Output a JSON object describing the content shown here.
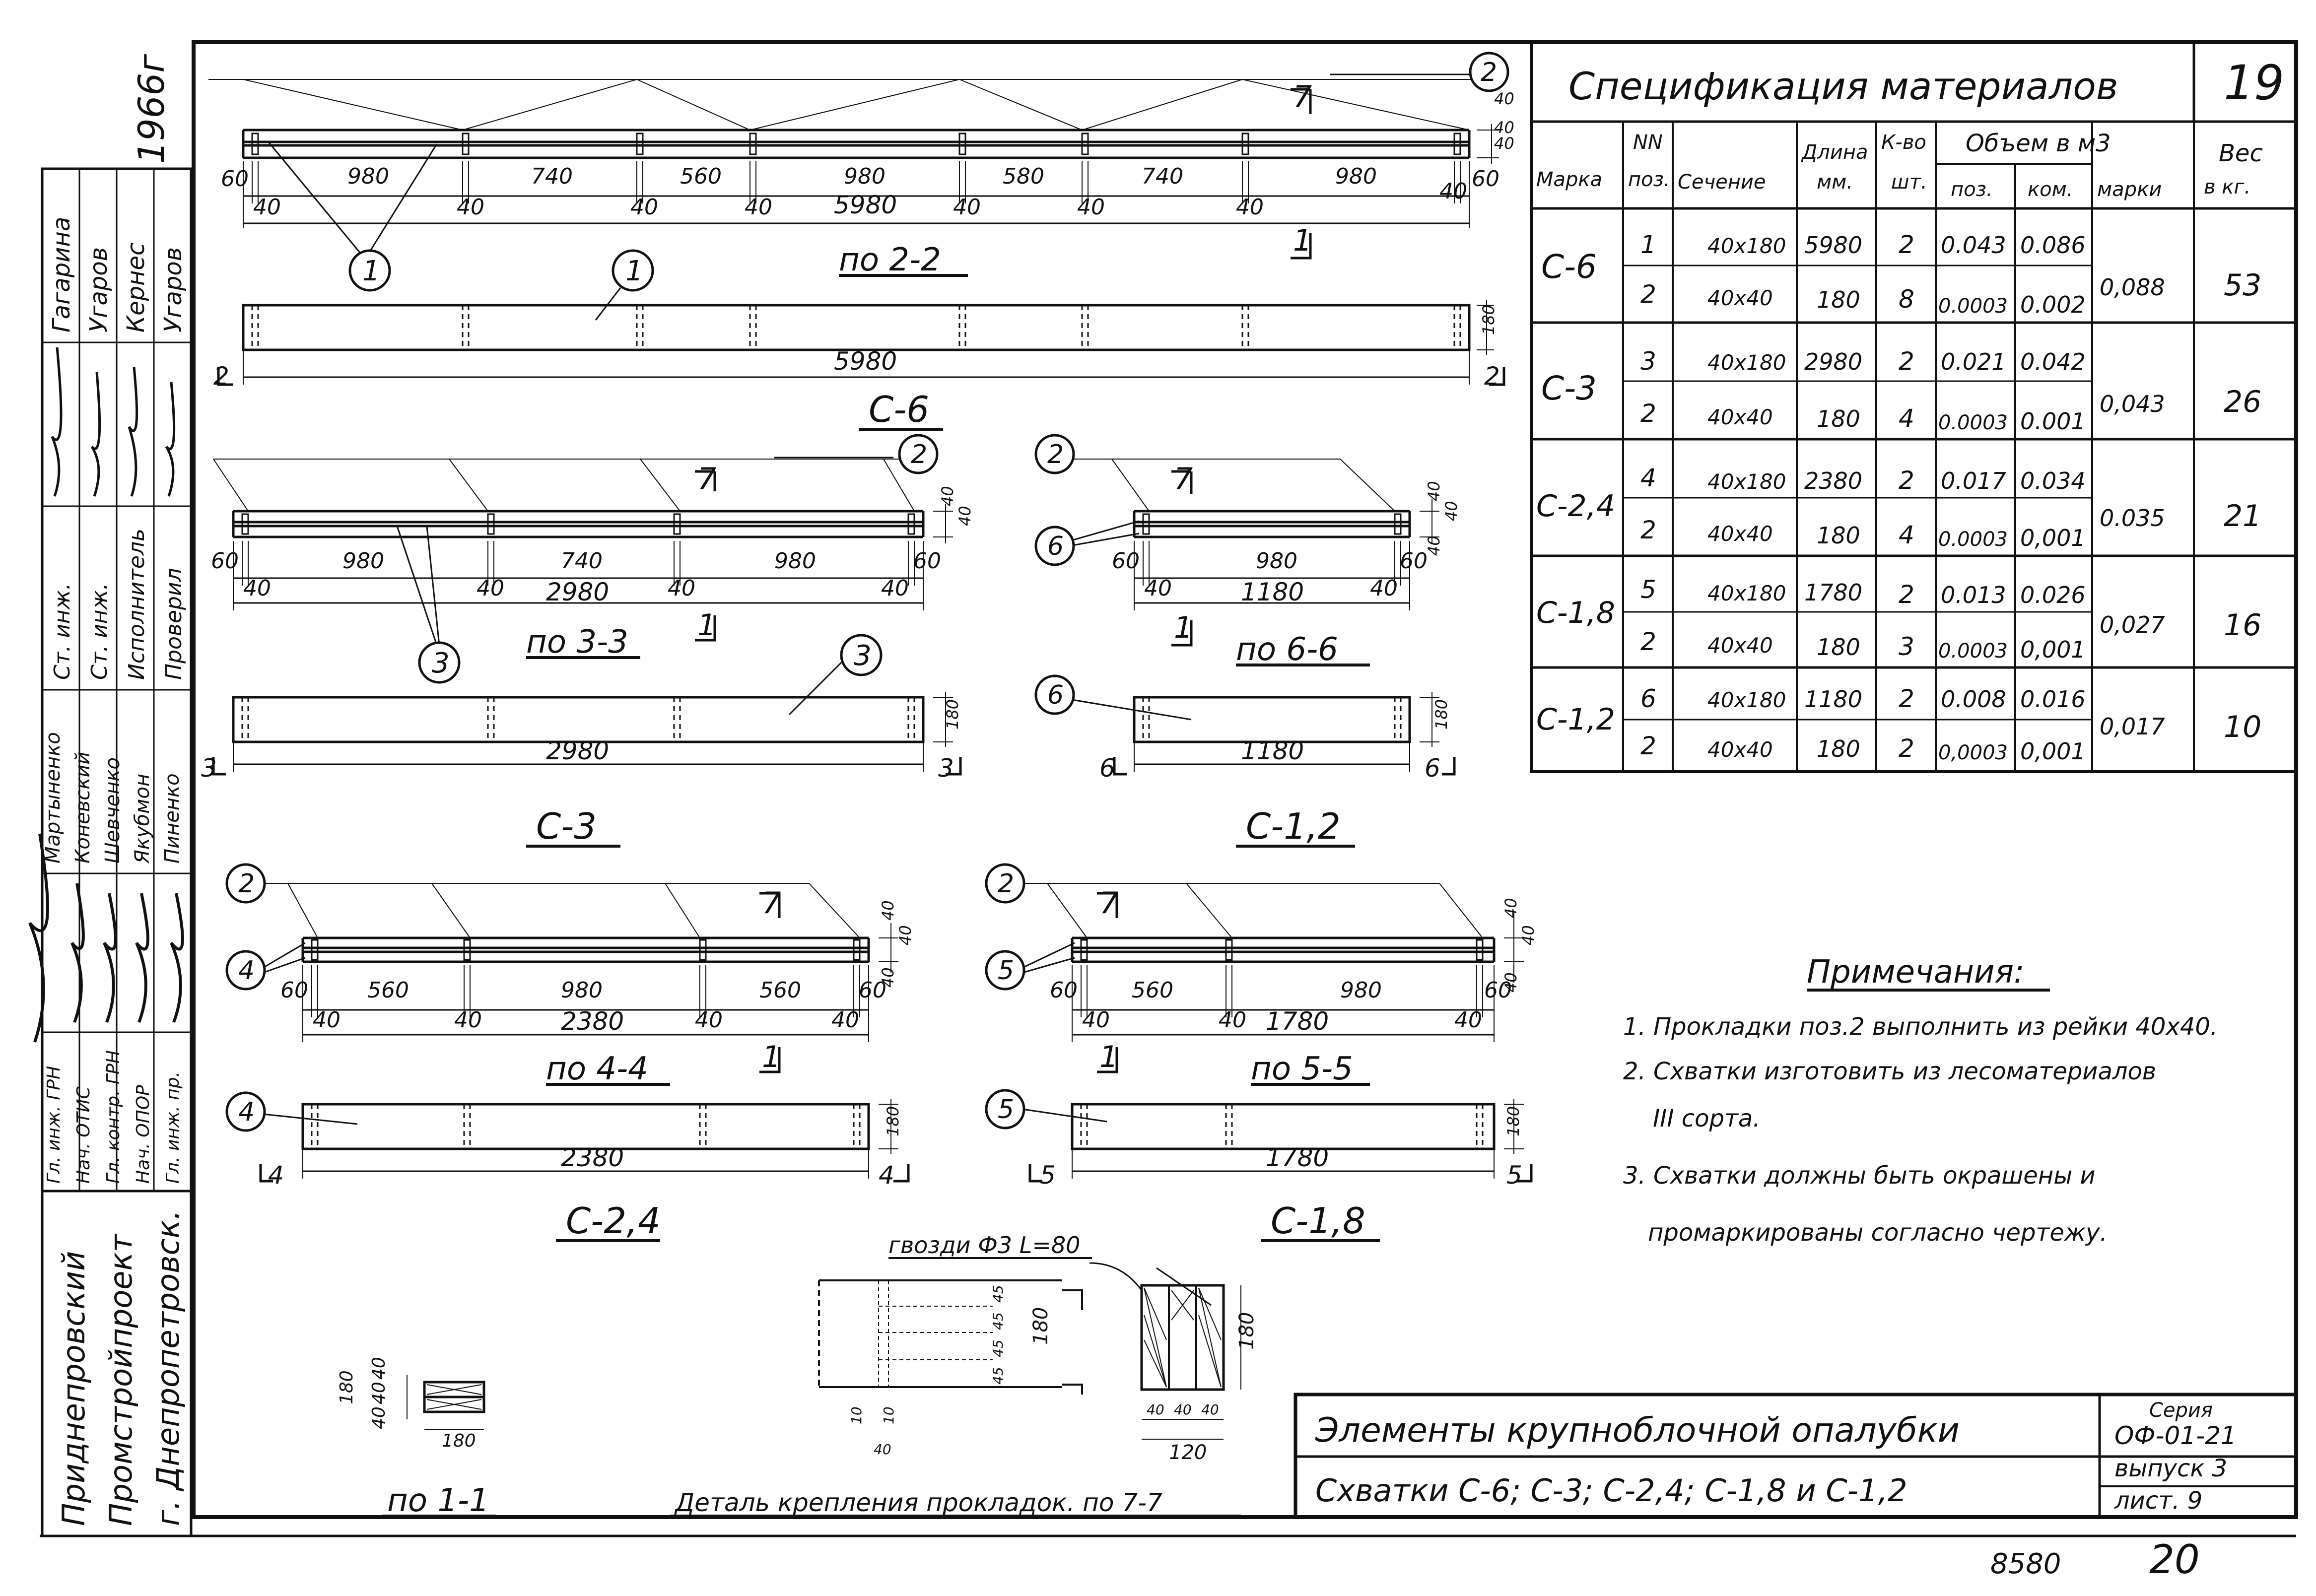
{
  "page": {
    "year": "1966г",
    "sheet_left": "8580",
    "sheet_right": "20",
    "big_number": "19"
  },
  "spec": {
    "title": "Спецификация материалов",
    "headers": {
      "marka": "Марка",
      "nn": "NN",
      "poz": "поз.",
      "sechenie": "Сечение",
      "dlina": "Длина",
      "mm": "мм.",
      "kvo": "К-во",
      "sht": "шт.",
      "obem": "Объем в м3",
      "obem_poz": "поз.",
      "obem_kom": "ком.",
      "obem_marki": "марки",
      "ves": "Вес",
      "vkg": "в кг."
    },
    "groups": [
      {
        "mark": "С-6",
        "marki": "0,088",
        "ves": "53",
        "rows": [
          {
            "poz": "1",
            "sech": "40x180",
            "len": "5980",
            "qty": "2",
            "vpoz": "0.043",
            "vkom": "0.086"
          },
          {
            "poz": "2",
            "sech": "40x40",
            "len": "180",
            "qty": "8",
            "vpoz": "0.0003",
            "vkom": "0.002"
          }
        ]
      },
      {
        "mark": "С-3",
        "marki": "0,043",
        "ves": "26",
        "rows": [
          {
            "poz": "3",
            "sech": "40x180",
            "len": "2980",
            "qty": "2",
            "vpoz": "0.021",
            "vkom": "0.042"
          },
          {
            "poz": "2",
            "sech": "40x40",
            "len": "180",
            "qty": "4",
            "vpoz": "0.0003",
            "vkom": "0.001"
          }
        ]
      },
      {
        "mark": "С-2,4",
        "marki": "0.035",
        "ves": "21",
        "rows": [
          {
            "poz": "4",
            "sech": "40x180",
            "len": "2380",
            "qty": "2",
            "vpoz": "0.017",
            "vkom": "0.034"
          },
          {
            "poz": "2",
            "sech": "40x40",
            "len": "180",
            "qty": "4",
            "vpoz": "0.0003",
            "vkom": "0,001"
          }
        ]
      },
      {
        "mark": "С-1,8",
        "marki": "0,027",
        "ves": "16",
        "rows": [
          {
            "poz": "5",
            "sech": "40x180",
            "len": "1780",
            "qty": "2",
            "vpoz": "0.013",
            "vkom": "0.026"
          },
          {
            "poz": "2",
            "sech": "40x40",
            "len": "180",
            "qty": "3",
            "vpoz": "0.0003",
            "vkom": "0,001"
          }
        ]
      },
      {
        "mark": "С-1,2",
        "marki": "0,017",
        "ves": "10",
        "rows": [
          {
            "poz": "6",
            "sech": "40x180",
            "len": "1180",
            "qty": "2",
            "vpoz": "0.008",
            "vkom": "0.016"
          },
          {
            "poz": "2",
            "sech": "40x40",
            "len": "180",
            "qty": "2",
            "vpoz": "0,0003",
            "vkom": "0,001"
          }
        ]
      }
    ]
  },
  "notes": {
    "title": "Примечания:",
    "lines": [
      "1. Прокладки поз.2 выполнить из рейки 40x40.",
      "2. Схватки изготовить из лесоматериалов",
      "III сорта.",
      "3. Схватки должны быть окрашены и",
      "промаркированы согласно чертежу."
    ]
  },
  "title_block": {
    "name": "Элементы крупноблочной опалубки",
    "subtitle": "Схватки С-6; С-3; С-2,4; С-1,8 и С-1,2",
    "seria_label": "Серия",
    "seria": "ОФ-01-21",
    "vypusk": "выпуск 3",
    "list": "лист. 9"
  },
  "stamp": {
    "org": [
      "Приднепровский",
      "Промстройпроект",
      "г. Днепропетровск."
    ],
    "roles_top": [
      "Гагарина",
      "Угаров",
      "Кернес",
      "Угаров"
    ],
    "roles_mid": [
      "Ст. инж.",
      "Ст. инж.",
      "Исполнитель",
      "Проверил"
    ],
    "roles_bot": [
      "Мартыненко",
      "Коневский",
      "Шевченко",
      "Якубмон",
      "Пиненко"
    ],
    "roles_pos": [
      "Гл. инж. ГРН",
      "Нач. ОТИС",
      "Гл. контр. ГРН",
      "Нач. ОПОР",
      "Гл. инж. пр."
    ]
  },
  "drawings": {
    "c6": {
      "section": "по 2-2",
      "title": "С-6",
      "total": "5980",
      "dims": [
        "980",
        "740",
        "560",
        "980",
        "580",
        "740",
        "980"
      ],
      "small": [
        "60",
        "40",
        "40",
        "40",
        "40",
        "40",
        "40",
        "40",
        "40",
        "60"
      ],
      "side": [
        "40",
        "40",
        "40",
        "180"
      ],
      "callouts": [
        "1",
        "2"
      ],
      "cut": [
        "7",
        "1"
      ],
      "marks": [
        "2",
        "2"
      ]
    },
    "c3": {
      "section": "по 3-3",
      "title": "С-3",
      "total": "2980",
      "dims": [
        "980",
        "740",
        "980"
      ],
      "small": [
        "60",
        "40",
        "40",
        "40",
        "40",
        "60"
      ],
      "side": [
        "40",
        "40",
        "180"
      ],
      "callouts": [
        "3",
        "2"
      ],
      "cut": [
        "7",
        "1"
      ],
      "marks": [
        "3",
        "3"
      ]
    },
    "c12": {
      "section": "по 6-6",
      "title": "С-1,2",
      "total": "1180",
      "dims": [
        "980"
      ],
      "small": [
        "60",
        "40",
        "40",
        "60"
      ],
      "side": [
        "40",
        "40",
        "40",
        "180"
      ],
      "callouts": [
        "6",
        "2"
      ],
      "cut": [
        "7",
        "1"
      ],
      "marks": [
        "6",
        "6"
      ]
    },
    "c24": {
      "section": "по 4-4",
      "title": "С-2,4",
      "total": "2380",
      "dims": [
        "560",
        "980",
        "560"
      ],
      "small": [
        "60",
        "40",
        "40",
        "40",
        "40",
        "60"
      ],
      "side": [
        "40",
        "40",
        "40",
        "180"
      ],
      "callouts": [
        "4",
        "2"
      ],
      "cut": [
        "7",
        "1"
      ],
      "marks": [
        "4",
        "4"
      ]
    },
    "c18": {
      "section": "по 5-5",
      "title": "С-1,8",
      "total": "1780",
      "dims": [
        "560",
        "980"
      ],
      "small": [
        "60",
        "40",
        "40",
        "40",
        "60"
      ],
      "side": [
        "40",
        "40",
        "40",
        "180"
      ],
      "callouts": [
        "5",
        "2"
      ],
      "cut": [
        "7",
        "1"
      ],
      "marks": [
        "5",
        "5"
      ]
    },
    "s11": {
      "section": "по 1-1",
      "dims": [
        "180",
        "40",
        "40",
        "40",
        "180"
      ]
    },
    "detail": {
      "title": "Деталь крепления прокладок. по 7-7",
      "nails": "гвозди Ф3 L=80",
      "dims": [
        "45",
        "45",
        "45",
        "45",
        "180",
        "180",
        "40",
        "40",
        "40",
        "120",
        "10",
        "40",
        "10"
      ]
    }
  }
}
